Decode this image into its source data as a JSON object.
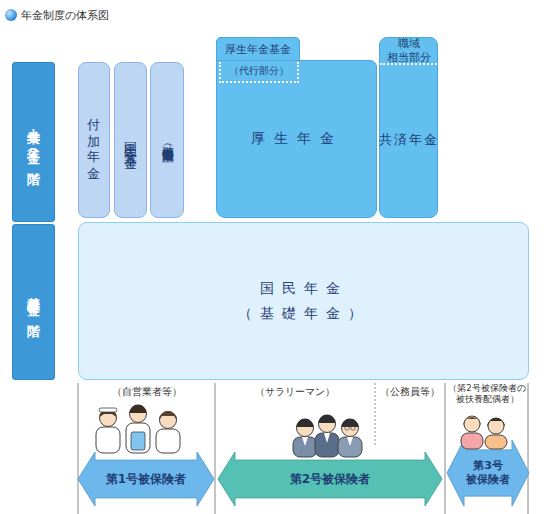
{
  "diagram": {
    "title": "年金制度の体系図",
    "nodes": [
      {
        "text": [
          "上乗せ年金（2階）"
        ]
      },
      {
        "text": [
          "付加年金"
        ]
      },
      {
        "text": [
          "国民年金基金"
        ]
      },
      {
        "text": [
          "確定拠出年金（個人型）"
        ]
      },
      {
        "text": [
          "厚生年金基金"
        ]
      },
      {
        "text": [
          "厚生年金"
        ]
      },
      {
        "text": [
          "（代行部分）"
        ],
        "in": 5
      },
      {
        "text": [
          "共済年金"
        ]
      },
      {
        "text": [
          "職域 相当部分"
        ],
        "in": 7
      },
      {
        "text": [
          "基礎年金（1階）"
        ]
      },
      {
        "text": [
          "国民年金",
          "（基礎年金）"
        ]
      },
      {
        "text": [
          "第1号被保険者"
        ]
      },
      {
        "text": [
          "第2号被保険者"
        ]
      },
      {
        "text": [
          "第3号 被保険者"
        ]
      }
    ],
    "labels": [
      "（自営業者等）",
      "（サラリーマン）",
      "（公務員等）",
      "（第2号被保険者の 被扶養配偶者）"
    ]
  }
}
